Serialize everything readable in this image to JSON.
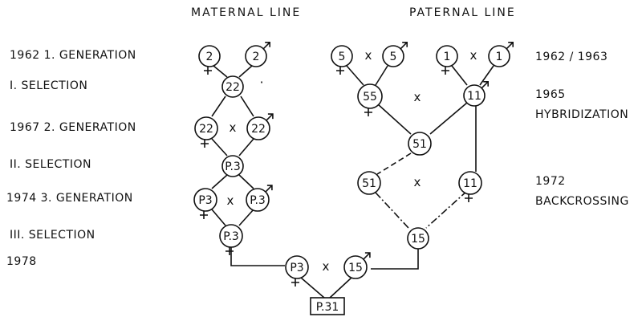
{
  "headers": {
    "maternal": "MATERNAL   LINE",
    "paternal": "PATERNAL   LINE"
  },
  "left_labels": {
    "gen1": "1962   1. GENERATION",
    "sel1": "I.   SELECTION",
    "gen2": "1967   2. GENERATION",
    "sel2": "II.   SELECTION",
    "gen3": "1974   3. GENERATION",
    "sel3": "III.   SELECTION",
    "y1978": "1978"
  },
  "right_labels": {
    "y1962_63": "1962 / 1963",
    "y1965": "1965",
    "hybridization": "HYBRIDIZATION",
    "y1972": "1972",
    "backcrossing": "BACKCROSSING"
  },
  "cross_symbol": "x",
  "dot_mark": "·",
  "nodes": {
    "m2f": "2",
    "m2m": "2",
    "m22a": "22",
    "m22f": "22",
    "m22m": "22",
    "mP3a": "P.3",
    "mP3f": "P3",
    "mP3m": "P.3",
    "mP3b": "P.3",
    "p5f": "5",
    "p5m": "5",
    "p1f": "1",
    "p1m": "1",
    "p55": "55",
    "p11a": "11",
    "p51a": "51",
    "p51b": "51",
    "p11b": "11",
    "p15a": "15",
    "fP3": "P3",
    "f15": "15"
  },
  "final_box": "P.31",
  "symbols": {
    "female": "♀",
    "male": "♂"
  }
}
